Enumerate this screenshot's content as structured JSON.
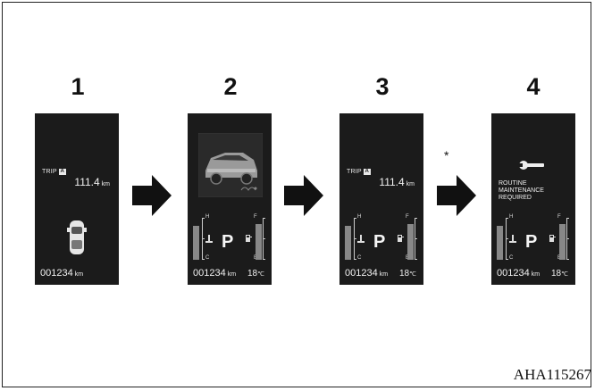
{
  "steps": [
    {
      "number": "1"
    },
    {
      "number": "2"
    },
    {
      "number": "3"
    },
    {
      "number": "4"
    }
  ],
  "display": {
    "trip_label": "TRIP",
    "trip_badge": "A",
    "trip_value": "111.4",
    "trip_unit": "km",
    "odometer_value": "001234",
    "odometer_unit": "km",
    "temp_value": "18",
    "temp_unit": "℃",
    "gear": "P",
    "gauge_h": "H",
    "gauge_c": "C",
    "gauge_f": "F",
    "gauge_e": "E",
    "maintenance_message": [
      "ROUTINE",
      "MAINTENANCE",
      "REQUIRED"
    ]
  },
  "asterisk": "*",
  "figure_code": "AHA115267",
  "icons": [
    "car-top-view-icon",
    "vehicle-image-icon",
    "wrench-icon",
    "arrow-right-icon",
    "coolant-temp-icon",
    "fuel-pump-icon"
  ]
}
